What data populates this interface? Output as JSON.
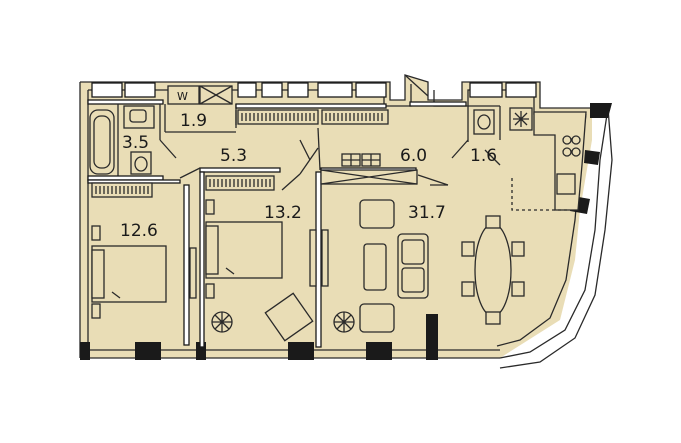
{
  "plan": {
    "floor_color": "#e9ddb6",
    "wall_color": "#1a1a1a",
    "rooms": [
      {
        "id": "bathroom",
        "area": "3.5"
      },
      {
        "id": "wardrobe",
        "area": "1.9"
      },
      {
        "id": "hall",
        "area": "5.3"
      },
      {
        "id": "corridor",
        "area": "6.0"
      },
      {
        "id": "wc",
        "area": "1.6"
      },
      {
        "id": "bedroom-1",
        "area": "12.6"
      },
      {
        "id": "bedroom-2",
        "area": "13.2"
      },
      {
        "id": "living-kitchen",
        "area": "31.7"
      }
    ],
    "washer_label": "W"
  }
}
